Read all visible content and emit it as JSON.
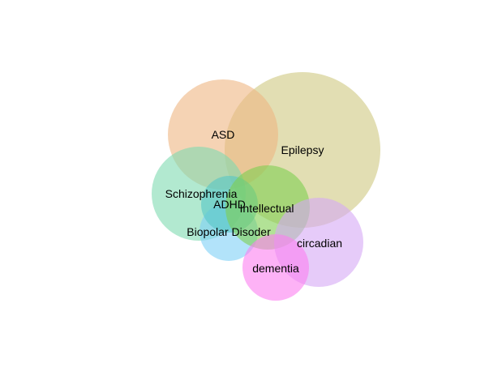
{
  "diagram": {
    "type": "euler",
    "sets": [
      {
        "id": "epilepsy",
        "label": "Epilepsy",
        "color": "#cfc880"
      },
      {
        "id": "asd",
        "label": "ASD",
        "color": "#efb682"
      },
      {
        "id": "schizophrenia",
        "label": "Schizophrenia",
        "color": "#7fdbb0"
      },
      {
        "id": "adhd",
        "label": "ADHD",
        "color": "#55c7c7"
      },
      {
        "id": "intellectual",
        "label": "Intellectual",
        "color": "#7fcf50"
      },
      {
        "id": "biopolar",
        "label": "Biopolar Disoder",
        "color": "#7fd0f6"
      },
      {
        "id": "circadian",
        "label": "circadian",
        "color": "#d5a8f5"
      },
      {
        "id": "dementia",
        "label": "dementia",
        "color": "#fb7ef0"
      }
    ]
  }
}
